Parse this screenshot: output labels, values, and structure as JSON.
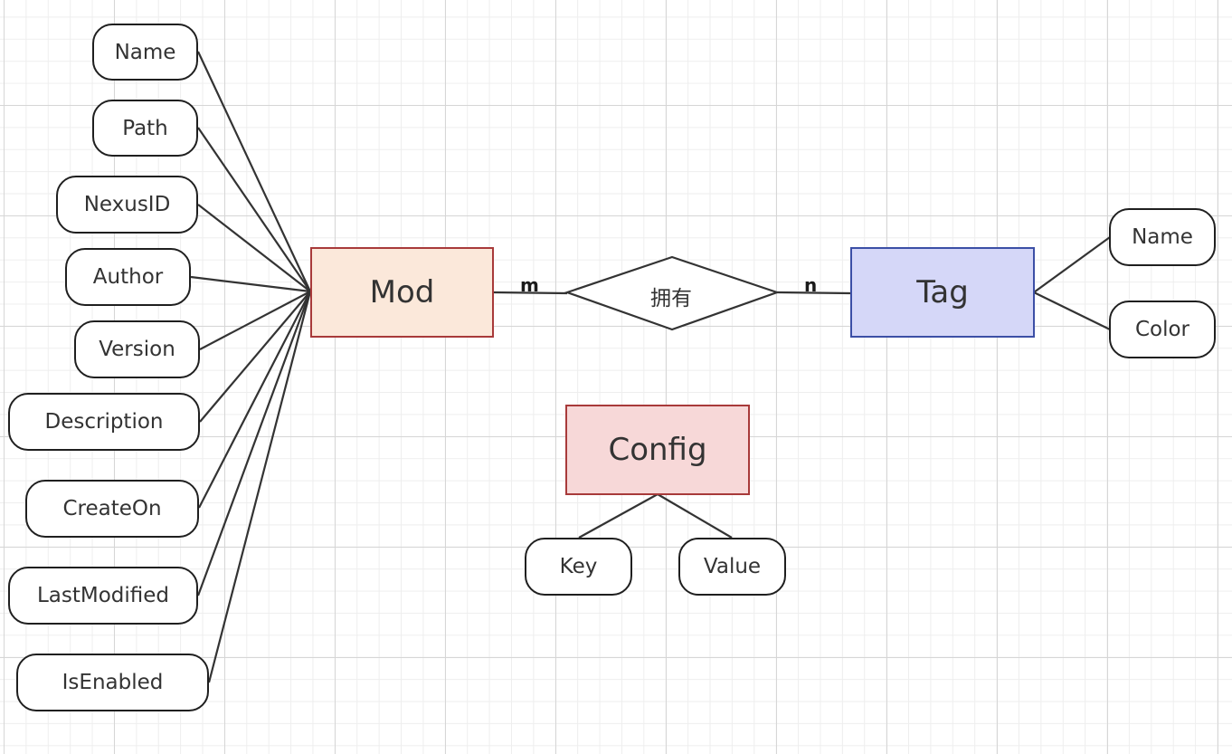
{
  "entities": {
    "mod": {
      "label": "Mod",
      "attributes": [
        "Name",
        "Path",
        "NexusID",
        "Author",
        "Version",
        "Description",
        "CreateOn",
        "LastModified",
        "IsEnabled"
      ]
    },
    "tag": {
      "label": "Tag",
      "attributes": [
        "Name",
        "Color"
      ]
    },
    "config": {
      "label": "Config",
      "attributes": [
        "Key",
        "Value"
      ]
    }
  },
  "relationship": {
    "label": "拥有",
    "cardinality_left": "m",
    "cardinality_right": "n"
  },
  "colors": {
    "mod_fill": "#fbe8da",
    "mod_border": "#a83a3a",
    "tag_fill": "#d5d7f8",
    "tag_border": "#3c4fa6",
    "config_fill": "#f7d8d8",
    "config_border": "#a83a3a",
    "line": "#333333"
  }
}
